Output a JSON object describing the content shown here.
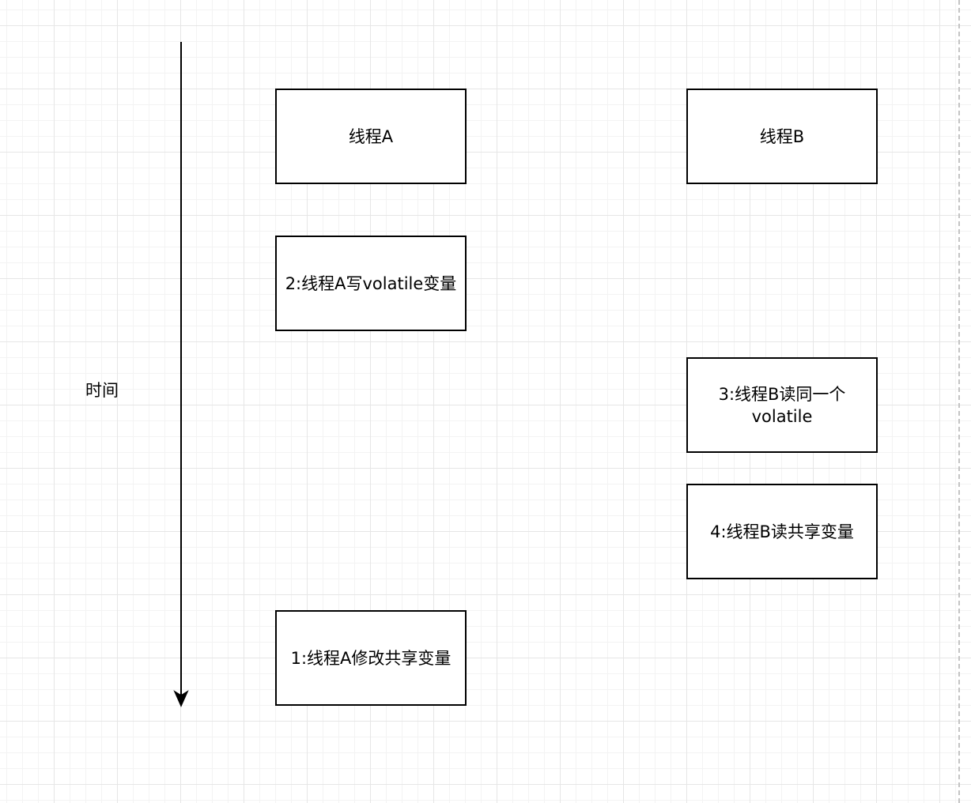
{
  "timeline": {
    "label": "时间",
    "direction": "down"
  },
  "boxes": {
    "thread_a": "线程A",
    "thread_b": "线程B",
    "step2": "2:线程A写volatile变量",
    "step3": "3:线程B读同一个volatile",
    "step4": "4:线程B读共享变量",
    "step1": "1:线程A修改共享变量"
  },
  "colors": {
    "grid_major": "#e6e6e6",
    "grid_minor": "#f3f3f3",
    "stroke": "#000000",
    "background": "#ffffff"
  }
}
